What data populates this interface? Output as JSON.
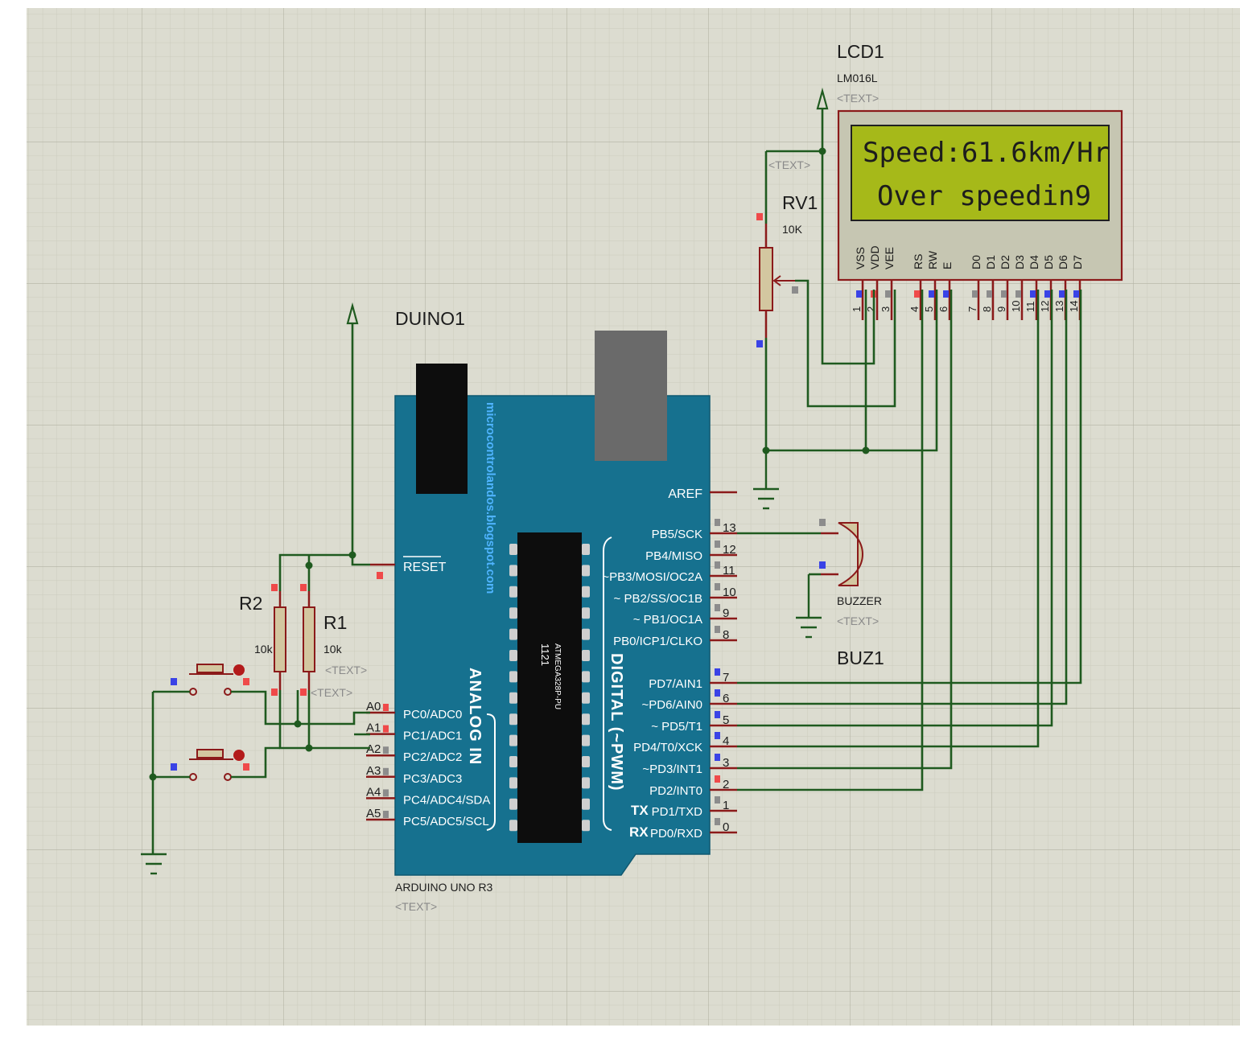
{
  "lcd": {
    "ref": "LCD1",
    "model": "LM016L",
    "text_tag": "<TEXT>",
    "line1": "Speed:61.6km/Hr",
    "line2": "Over speedin9",
    "pins": [
      "VSS",
      "VDD",
      "VEE",
      "RS",
      "RW",
      "E",
      "D0",
      "D1",
      "D2",
      "D3",
      "D4",
      "D5",
      "D6",
      "D7"
    ],
    "pin_numbers": [
      "1",
      "2",
      "3",
      "4",
      "5",
      "6",
      "7",
      "8",
      "9",
      "10",
      "11",
      "12",
      "13",
      "14"
    ],
    "screen_color": "#a6b919"
  },
  "rv1": {
    "ref": "RV1",
    "value": "10K",
    "text_tag": "<TEXT>"
  },
  "arduino": {
    "ref": "DUINO1",
    "model": "ARDUINO UNO R3",
    "text_tag": "<TEXT>",
    "watermark": "microcontrolandos.blogspot.com",
    "chip_label": "ATMEGA328P-PU",
    "chip_code": "1121",
    "analog_title": "ANALOG IN",
    "digital_title": "DIGITAL (~PWM)",
    "reset_label": "RESET",
    "aref_label": "AREF",
    "tx_label": "TX",
    "rx_label": "RX",
    "board_color": "#16718f",
    "analog_pins": [
      {
        "a": "A0",
        "name": "PC0/ADC0"
      },
      {
        "a": "A1",
        "name": "PC1/ADC1"
      },
      {
        "a": "A2",
        "name": "PC2/ADC2"
      },
      {
        "a": "A3",
        "name": "PC3/ADC3"
      },
      {
        "a": "A4",
        "name": "PC4/ADC4/SDA"
      },
      {
        "a": "A5",
        "name": "PC5/ADC5/SCL"
      }
    ],
    "digital_pins": [
      {
        "num": "13",
        "name": "PB5/SCK"
      },
      {
        "num": "12",
        "name": "PB4/MISO"
      },
      {
        "num": "11",
        "name": "~PB3/MOSI/OC2A"
      },
      {
        "num": "10",
        "name": "~ PB2/SS/OC1B"
      },
      {
        "num": "9",
        "name": "~ PB1/OC1A"
      },
      {
        "num": "8",
        "name": "PB0/ICP1/CLKO"
      },
      {
        "num": "7",
        "name": "PD7/AIN1"
      },
      {
        "num": "6",
        "name": "~PD6/AIN0"
      },
      {
        "num": "5",
        "name": "~ PD5/T1"
      },
      {
        "num": "4",
        "name": "PD4/T0/XCK"
      },
      {
        "num": "3",
        "name": "~PD3/INT1"
      },
      {
        "num": "2",
        "name": "PD2/INT0"
      },
      {
        "num": "1",
        "name": "PD1/TXD"
      },
      {
        "num": "0",
        "name": "PD0/RXD"
      }
    ]
  },
  "buzzer": {
    "ref": "BUZ1",
    "model": "BUZZER",
    "text_tag": "<TEXT>"
  },
  "r1": {
    "ref": "R1",
    "value": "10k",
    "text_tag": "<TEXT>"
  },
  "r2": {
    "ref": "R2",
    "value": "10k",
    "text_tag": "<TEXT>"
  },
  "colors": {
    "grid_bg": "#dcdcd0",
    "grid_line": "#c4c4b6",
    "wire": "#1f5a1f",
    "pin_lead": "#8b1a1a",
    "marker_red": "#ef4a4a",
    "marker_blue": "#3a43e6",
    "marker_gray": "#8c8c8c"
  }
}
